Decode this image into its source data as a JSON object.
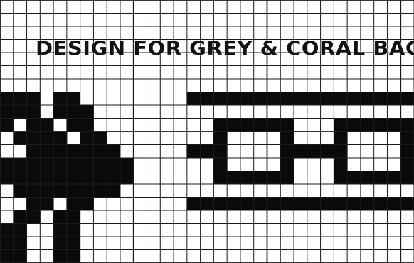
{
  "title": "DESIGN FOR GREY & CORAL BAG",
  "colors": {
    "ink": "#0a0a0a",
    "paper": "#ffffff",
    "grid": "#1a1a1a"
  },
  "chart_pattern": {
    "grid_cols": 31,
    "grid_rows": 20,
    "filled_cells": [
      [
        0,
        7
      ],
      [
        1,
        7
      ],
      [
        2,
        7
      ],
      [
        4,
        7
      ],
      [
        5,
        7
      ],
      [
        0,
        8
      ],
      [
        1,
        8
      ],
      [
        2,
        8
      ],
      [
        4,
        8
      ],
      [
        5,
        8
      ],
      [
        6,
        8
      ],
      [
        0,
        9
      ],
      [
        2,
        9
      ],
      [
        3,
        9
      ],
      [
        5,
        9
      ],
      [
        6,
        9
      ],
      [
        1,
        10
      ],
      [
        2,
        10
      ],
      [
        3,
        10
      ],
      [
        4,
        10
      ],
      [
        6,
        10
      ],
      [
        7,
        10
      ],
      [
        2,
        11
      ],
      [
        3,
        11
      ],
      [
        4,
        11
      ],
      [
        5,
        11
      ],
      [
        6,
        11
      ],
      [
        7,
        11
      ],
      [
        8,
        11
      ],
      [
        0,
        12
      ],
      [
        1,
        12
      ],
      [
        2,
        12
      ],
      [
        3,
        12
      ],
      [
        4,
        12
      ],
      [
        5,
        12
      ],
      [
        6,
        12
      ],
      [
        7,
        12
      ],
      [
        8,
        12
      ],
      [
        9,
        12
      ],
      [
        0,
        13
      ],
      [
        1,
        13
      ],
      [
        2,
        13
      ],
      [
        3,
        13
      ],
      [
        4,
        13
      ],
      [
        5,
        13
      ],
      [
        6,
        13
      ],
      [
        7,
        13
      ],
      [
        8,
        13
      ],
      [
        9,
        13
      ],
      [
        1,
        14
      ],
      [
        2,
        14
      ],
      [
        3,
        14
      ],
      [
        4,
        14
      ],
      [
        5,
        14
      ],
      [
        6,
        14
      ],
      [
        7,
        14
      ],
      [
        8,
        14
      ],
      [
        2,
        15
      ],
      [
        3,
        15
      ],
      [
        5,
        15
      ],
      [
        6,
        15
      ],
      [
        1,
        16
      ],
      [
        2,
        16
      ],
      [
        4,
        16
      ],
      [
        5,
        16
      ],
      [
        0,
        17
      ],
      [
        1,
        17
      ],
      [
        4,
        17
      ],
      [
        5,
        17
      ],
      [
        0,
        18
      ],
      [
        1,
        18
      ],
      [
        4,
        18
      ],
      [
        5,
        18
      ],
      [
        0,
        19
      ],
      [
        1,
        19
      ],
      [
        4,
        19
      ],
      [
        5,
        19
      ],
      [
        14,
        7
      ],
      [
        15,
        7
      ],
      [
        16,
        7
      ],
      [
        17,
        7
      ],
      [
        18,
        7
      ],
      [
        19,
        7
      ],
      [
        20,
        7
      ],
      [
        21,
        7
      ],
      [
        22,
        7
      ],
      [
        23,
        7
      ],
      [
        24,
        7
      ],
      [
        25,
        7
      ],
      [
        26,
        7
      ],
      [
        27,
        7
      ],
      [
        28,
        7
      ],
      [
        29,
        7
      ],
      [
        30,
        7
      ],
      [
        16,
        9
      ],
      [
        17,
        9
      ],
      [
        18,
        9
      ],
      [
        19,
        9
      ],
      [
        20,
        9
      ],
      [
        21,
        9
      ],
      [
        25,
        9
      ],
      [
        26,
        9
      ],
      [
        27,
        9
      ],
      [
        28,
        9
      ],
      [
        29,
        9
      ],
      [
        30,
        9
      ],
      [
        16,
        10
      ],
      [
        21,
        10
      ],
      [
        25,
        10
      ],
      [
        30,
        10
      ],
      [
        14,
        11
      ],
      [
        15,
        11
      ],
      [
        16,
        11
      ],
      [
        21,
        11
      ],
      [
        22,
        11
      ],
      [
        23,
        11
      ],
      [
        24,
        11
      ],
      [
        25,
        11
      ],
      [
        30,
        11
      ],
      [
        16,
        12
      ],
      [
        21,
        12
      ],
      [
        25,
        12
      ],
      [
        30,
        12
      ],
      [
        16,
        13
      ],
      [
        17,
        13
      ],
      [
        18,
        13
      ],
      [
        19,
        13
      ],
      [
        20,
        13
      ],
      [
        21,
        13
      ],
      [
        25,
        13
      ],
      [
        26,
        13
      ],
      [
        27,
        13
      ],
      [
        28,
        13
      ],
      [
        29,
        13
      ],
      [
        30,
        13
      ],
      [
        14,
        15
      ],
      [
        15,
        15
      ],
      [
        16,
        15
      ],
      [
        17,
        15
      ],
      [
        18,
        15
      ],
      [
        19,
        15
      ],
      [
        20,
        15
      ],
      [
        21,
        15
      ],
      [
        22,
        15
      ],
      [
        23,
        15
      ],
      [
        24,
        15
      ],
      [
        25,
        15
      ],
      [
        26,
        15
      ],
      [
        27,
        15
      ],
      [
        28,
        15
      ],
      [
        29,
        15
      ],
      [
        30,
        15
      ]
    ]
  }
}
